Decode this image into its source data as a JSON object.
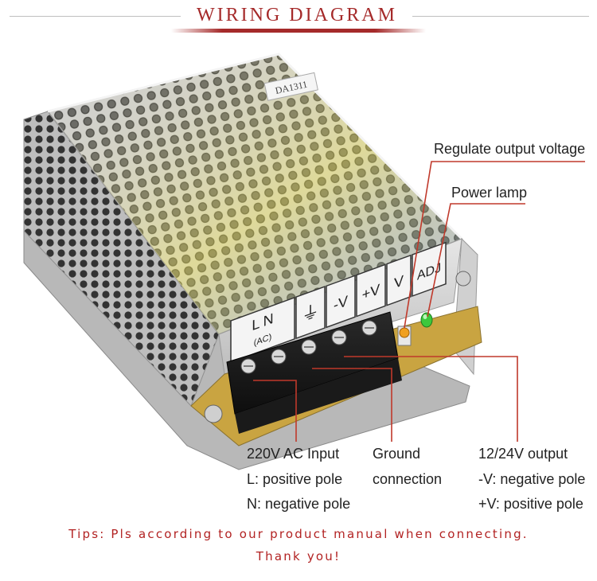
{
  "header": {
    "title": "WIRING DIAGRAM"
  },
  "device": {
    "sticker": "DA1311",
    "terminals": [
      {
        "id": "l",
        "top": "L  N",
        "sub": "(AC)"
      },
      {
        "id": "g",
        "top": "⏚",
        "sub": ""
      },
      {
        "id": "vneg",
        "top": "-V",
        "sub": ""
      },
      {
        "id": "vpos",
        "top": "+V",
        "sub": ""
      },
      {
        "id": "v",
        "top": "V",
        "sub": ""
      },
      {
        "id": "adj",
        "top": "ADJ",
        "sub": ""
      }
    ]
  },
  "callouts": {
    "regulate": "Regulate output voltage",
    "power_lamp": "Power lamp",
    "ac_input": {
      "title": "220V AC Input",
      "l": "L: positive pole",
      "n": "N: negative pole"
    },
    "ground": {
      "line1": "Ground",
      "line2": "connection"
    },
    "output": {
      "title": "12/24V output",
      "neg": "-V: negative pole",
      "pos": "+V: positive pole"
    }
  },
  "tips": {
    "line1": "Tips: Pls according to our product manual when connecting.",
    "line2": "Thank you!"
  },
  "colors": {
    "accent": "#a52a2a",
    "leader": "#c0392b",
    "led": "#3cc83c",
    "pot": "#f0a020"
  }
}
